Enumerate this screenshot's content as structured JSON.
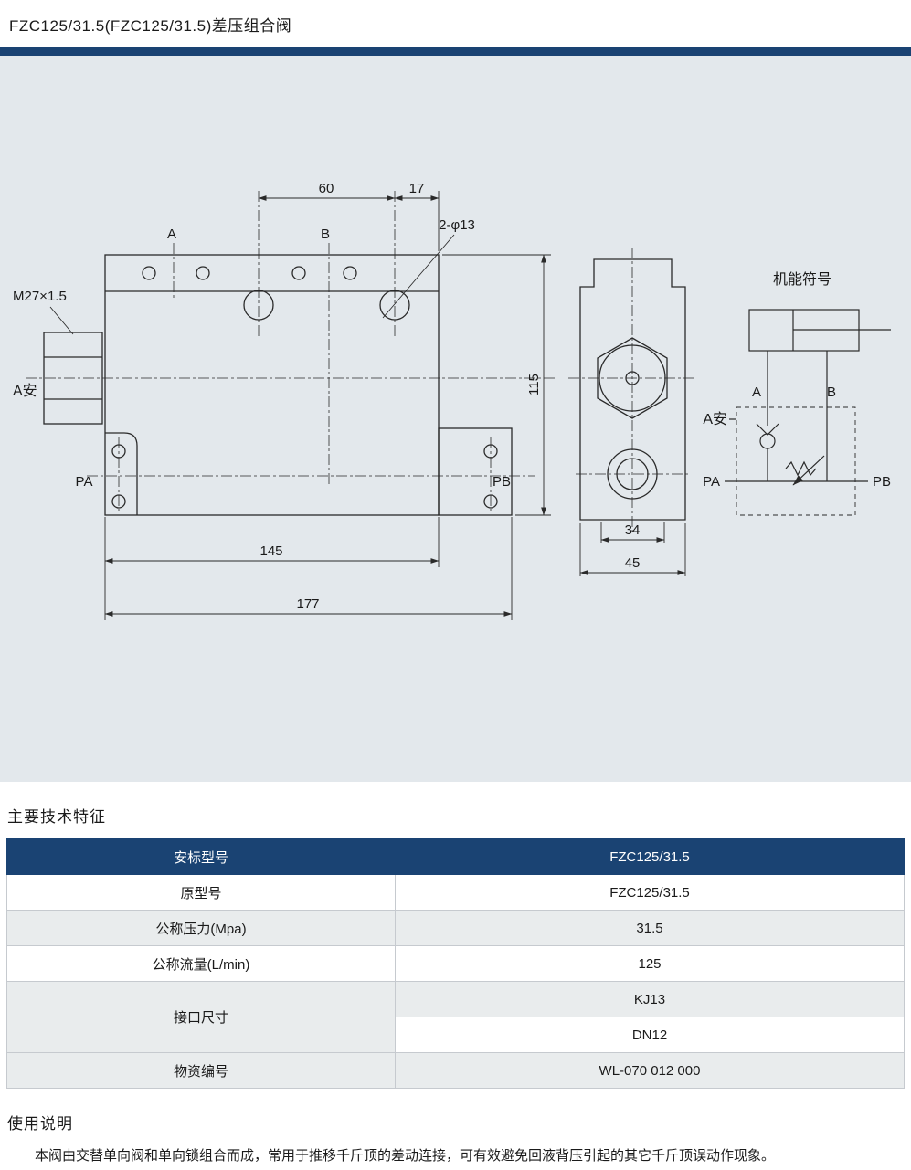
{
  "page": {
    "title": "FZC125/31.5(FZC125/31.5)差压组合阀"
  },
  "drawing": {
    "symbol_title": "机能符号",
    "dims": {
      "d60": "60",
      "d17": "17",
      "hole": "2-φ13",
      "thread": "M27×1.5",
      "d145": "145",
      "d177": "177",
      "d115": "115",
      "d34": "34",
      "d45": "45"
    },
    "ports": {
      "a": "A",
      "b": "B",
      "a_an": "A安",
      "pa": "PA",
      "pb": "PB"
    },
    "symbol": {
      "a": "A",
      "b": "B",
      "a_an": "A安",
      "pa": "PA",
      "pb": "PB"
    }
  },
  "specs": {
    "heading": "主要技术特征",
    "rows": {
      "header": {
        "label": "安标型号",
        "value": "FZC125/31.5"
      },
      "original": {
        "label": "原型号",
        "value": "FZC125/31.5"
      },
      "pressure": {
        "label": "公称压力(Mpa)",
        "value": "31.5"
      },
      "flow": {
        "label": "公称流量(L/min)",
        "value": "125"
      },
      "port_size": {
        "label": "接口尺寸",
        "value1": "KJ13",
        "value2": "DN12"
      },
      "material_code": {
        "label": "物资编号",
        "value": "WL-070 012 000"
      }
    }
  },
  "usage": {
    "heading": "使用说明",
    "text": "本阀由交替单向阀和单向锁组合而成，常用于推移千斤顶的差动连接，可有效避免回液背压引起的其它千斤顶误动作现象。"
  }
}
